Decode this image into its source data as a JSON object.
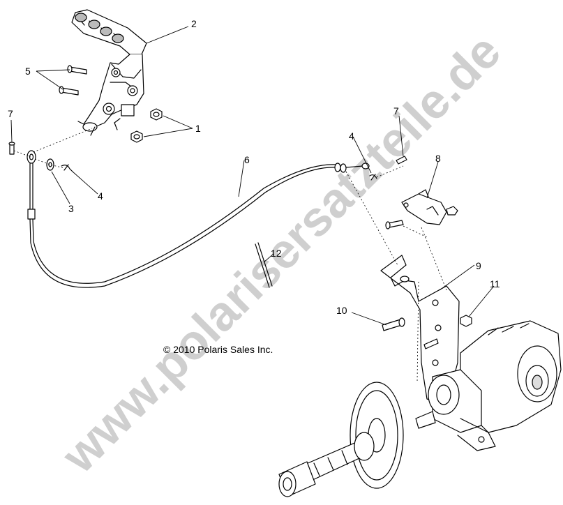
{
  "watermark": "www.polarisersatzteile.de",
  "copyright": "© 2010 Polaris Sales Inc.",
  "callouts": {
    "c1": "1",
    "c2": "2",
    "c3": "3",
    "c4a": "4",
    "c4b": "4",
    "c5": "5",
    "c6": "6",
    "c7a": "7",
    "c7b": "7",
    "c8": "8",
    "c9": "9",
    "c10": "10",
    "c11": "11",
    "c12": "12"
  },
  "colors": {
    "line": "#000000",
    "watermark": "#cfcfcf",
    "background": "#ffffff"
  }
}
